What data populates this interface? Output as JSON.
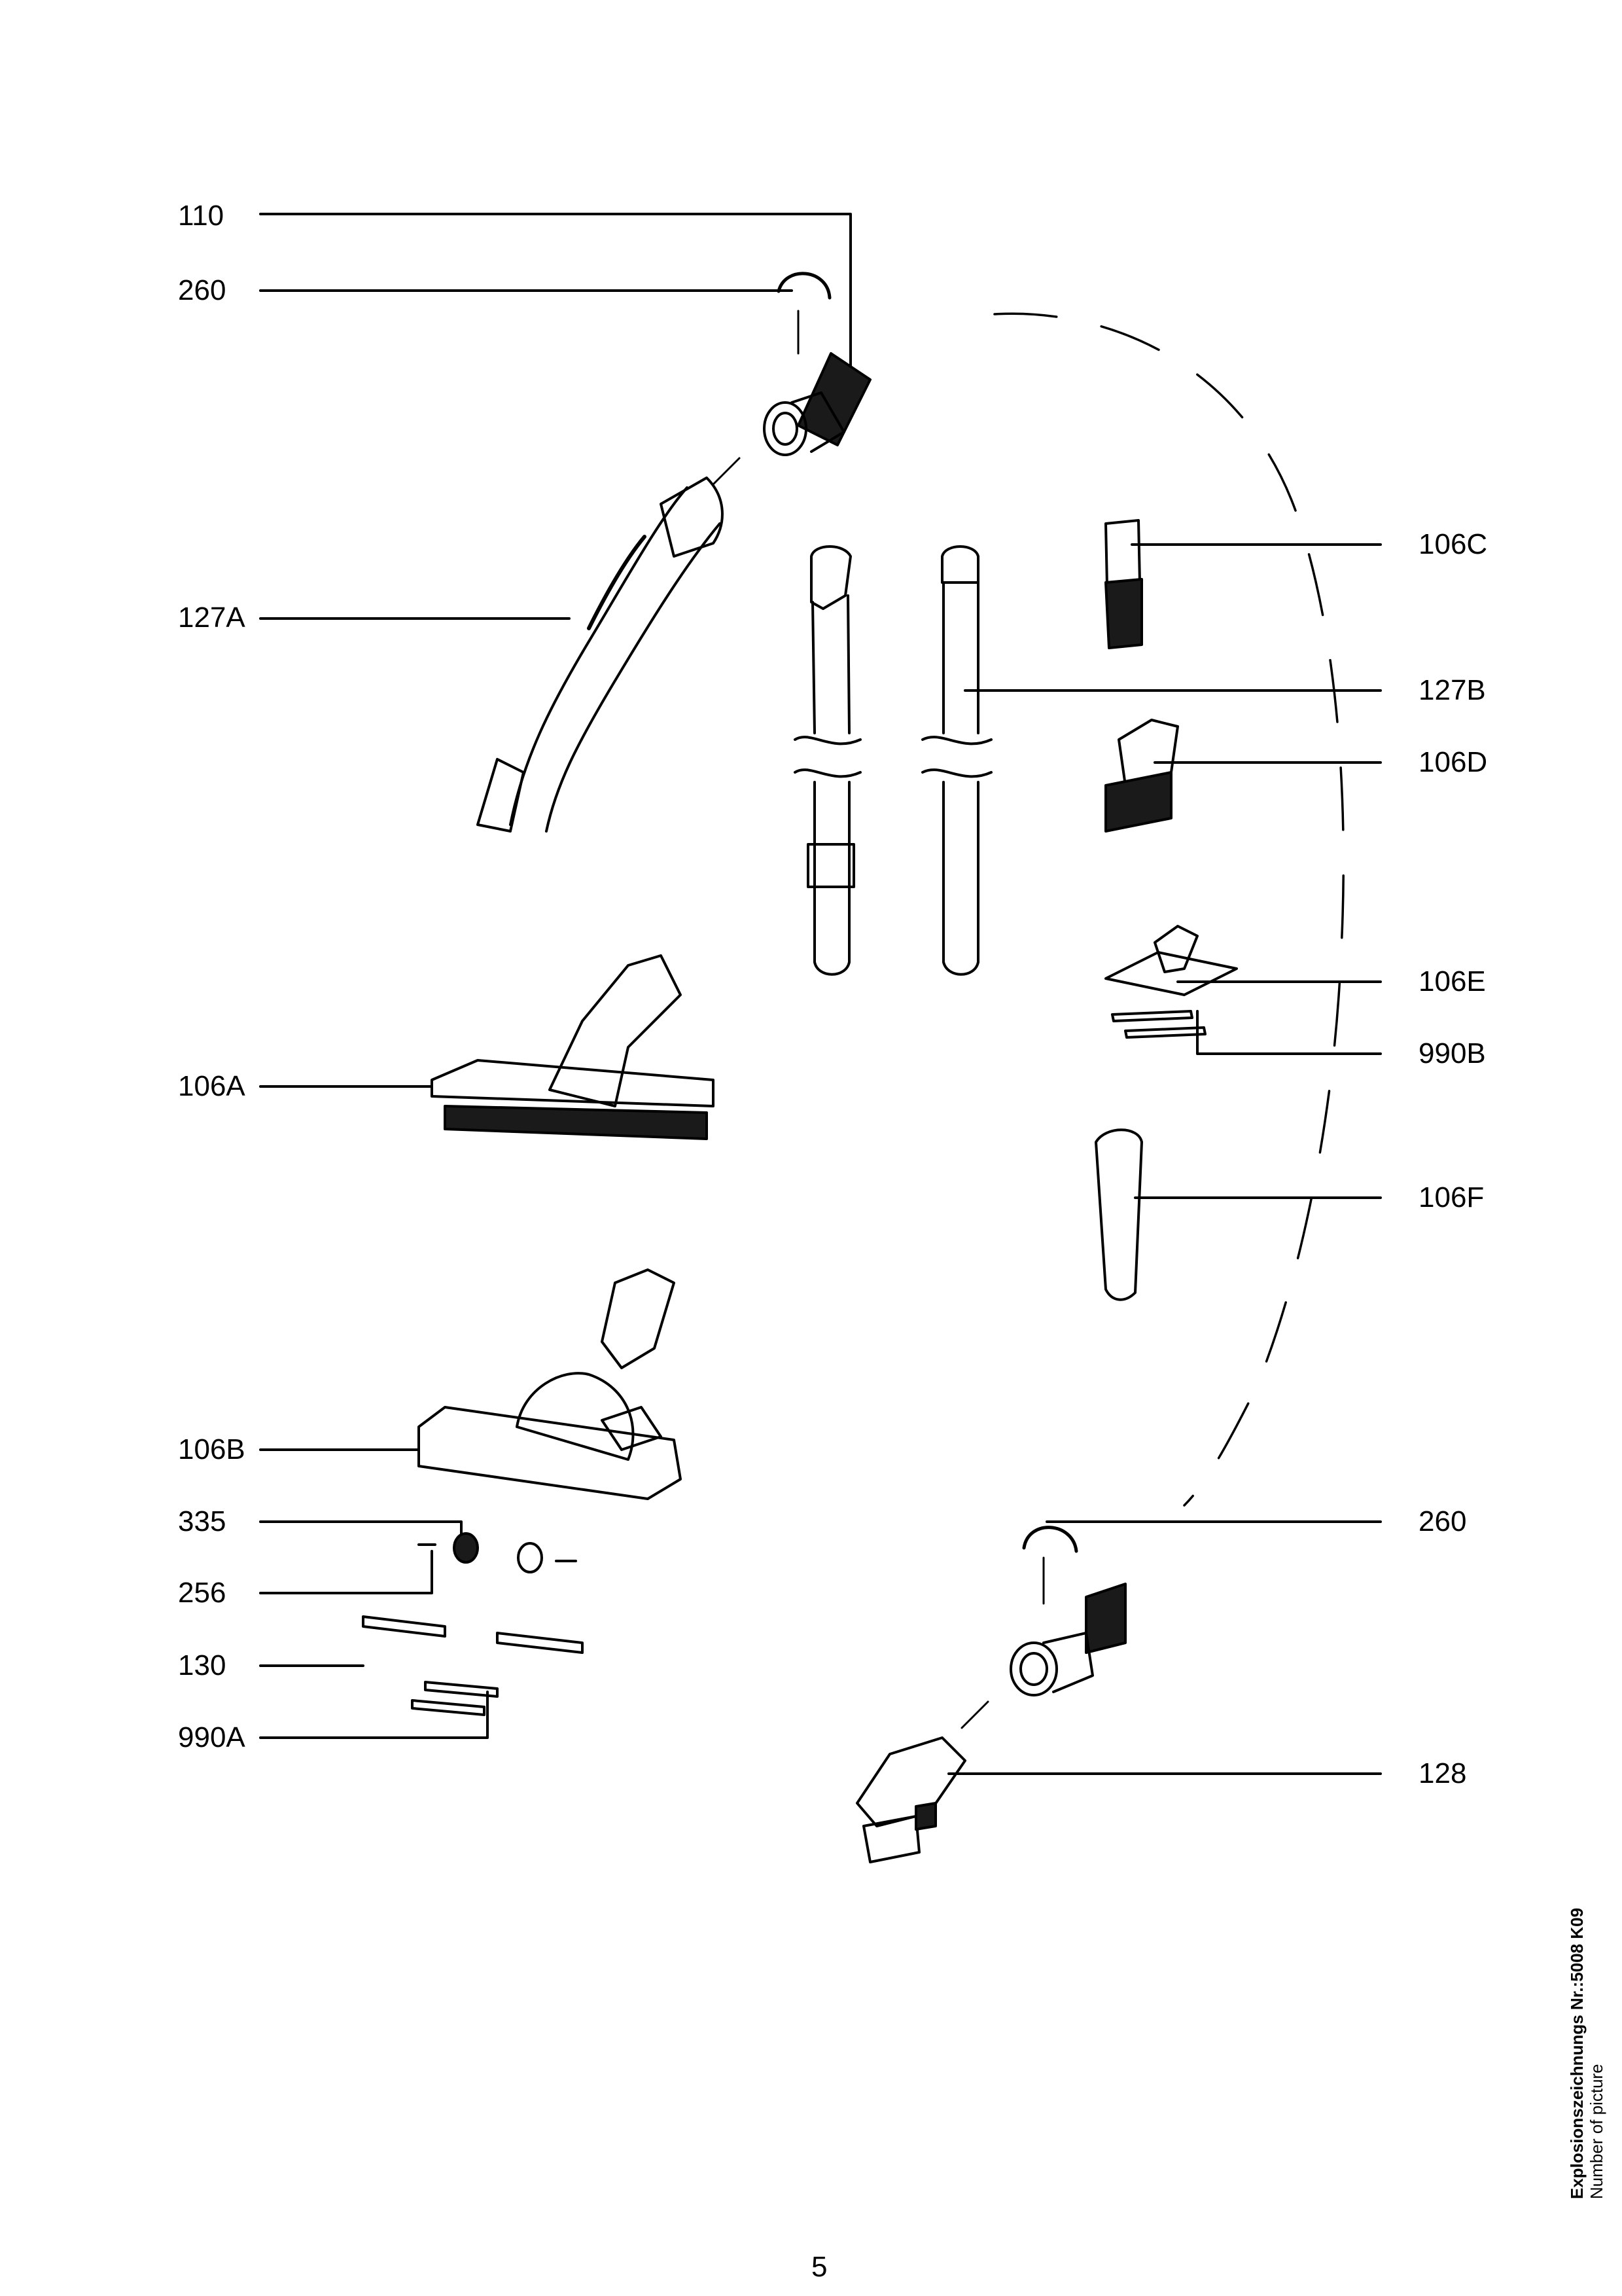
{
  "labels_left": [
    "110",
    "260",
    "127A",
    "106A",
    "106B",
    "335",
    "256",
    "130",
    "990A"
  ],
  "labels_right": [
    "106C",
    "127B",
    "106D",
    "106E",
    "990B",
    "106F",
    "260",
    "128"
  ],
  "page_number": "5",
  "caption": {
    "title": "Explosionszeichnungs Nr.:5008 K09",
    "subtitle": "Number of picture"
  },
  "colors": {
    "ink": "#000000",
    "paper": "#ffffff",
    "fill_dark": "#1a1a1a"
  }
}
